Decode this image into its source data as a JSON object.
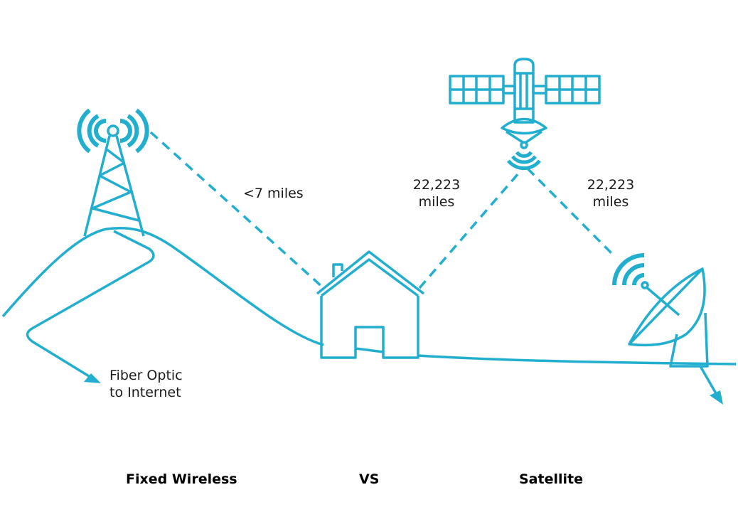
{
  "colors": {
    "stroke": "#22AECF",
    "text": "#1a1a1a",
    "background": "#ffffff"
  },
  "labels": {
    "fixed_distance": "<7 miles",
    "sat_distance_left_line1": "22,223",
    "sat_distance_left_line2": "miles",
    "sat_distance_right_line1": "22,223",
    "sat_distance_right_line2": "miles",
    "fiber_line1": "Fiber Optic",
    "fiber_line2": "to Internet"
  },
  "captions": {
    "left": "Fixed Wireless",
    "middle": "VS",
    "right": "Satellite"
  },
  "icons": [
    "cell-tower-icon",
    "satellite-icon",
    "house-icon",
    "satellite-dish-icon",
    "signal-waves-icon",
    "arrow-icon"
  ]
}
